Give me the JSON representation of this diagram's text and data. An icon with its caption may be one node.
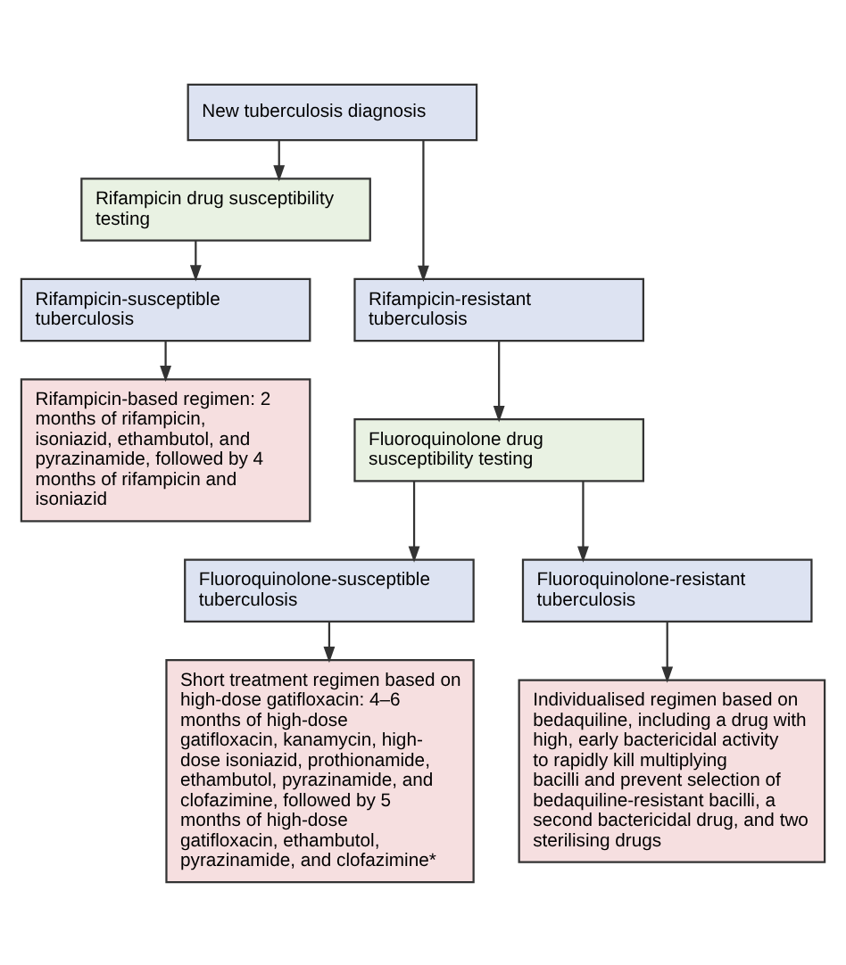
{
  "diagram": {
    "nodes": [
      {
        "text": [
          "New tuberculosis diagnosis"
        ]
      },
      {
        "text": [
          "Rifampicin drug susceptibility testing"
        ]
      },
      {
        "text": [
          "Rifampicin-susceptible tuberculosis"
        ]
      },
      {
        "text": [
          "Rifampicin-resistant tuberculosis"
        ]
      },
      {
        "text": [
          "Rifampicin-based regimen: 2 months of rifampicin, isoniazid, ethambutol, and pyrazinamide, followed by 4 months of rifampicin and isoniazid"
        ]
      },
      {
        "text": [
          "Fluoroquinolone drug susceptibility testing"
        ]
      },
      {
        "text": [
          "Fluoroquinolone-susceptible tuberculosis"
        ]
      },
      {
        "text": [
          "Fluoroquinolone-resistant tuberculosis"
        ]
      },
      {
        "text": [
          "Short treatment regimen based on high-dose gatifloxacin: 4–6 months of high-dose gatifloxacin, kanamycin, high-dose isoniazid, prothionamide, ethambutol, pyrazinamide, and clofazimine, followed by 5 months of high-dose gatifloxacin, ethambutol, pyrazinamide, and clofazimine*"
        ]
      },
      {
        "text": [
          "Individualised regimen based on bedaquiline, including a drug with high, early bactericidal activity to rapidly kill multiplying bacilli and prevent selection of bedaquiline-resistant bacilli, a second bactericidal drug, and two sterilising drugs"
        ]
      }
    ],
    "edges": [
      {
        "from": 0,
        "to": 1,
        "arrow": "to"
      },
      {
        "from": 0,
        "to": 3,
        "arrow": "to"
      },
      {
        "from": 1,
        "to": 2,
        "arrow": "to"
      },
      {
        "from": 2,
        "to": 4,
        "arrow": "to"
      },
      {
        "from": 3,
        "to": 5,
        "arrow": "to"
      },
      {
        "from": 5,
        "to": 6,
        "arrow": "to"
      },
      {
        "from": 5,
        "to": 7,
        "arrow": "to"
      },
      {
        "from": 6,
        "to": 8,
        "arrow": "to"
      },
      {
        "from": 7,
        "to": 9,
        "arrow": "to"
      }
    ]
  }
}
